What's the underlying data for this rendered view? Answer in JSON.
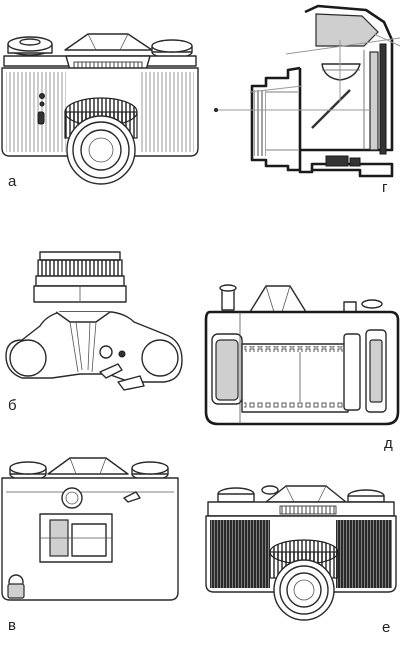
{
  "panels": [
    {
      "id": "a",
      "label": "а"
    },
    {
      "id": "g",
      "label": "г"
    },
    {
      "id": "b",
      "label": "б"
    },
    {
      "id": "d",
      "label": "д"
    },
    {
      "id": "v",
      "label": "в"
    },
    {
      "id": "e",
      "label": "е"
    }
  ]
}
